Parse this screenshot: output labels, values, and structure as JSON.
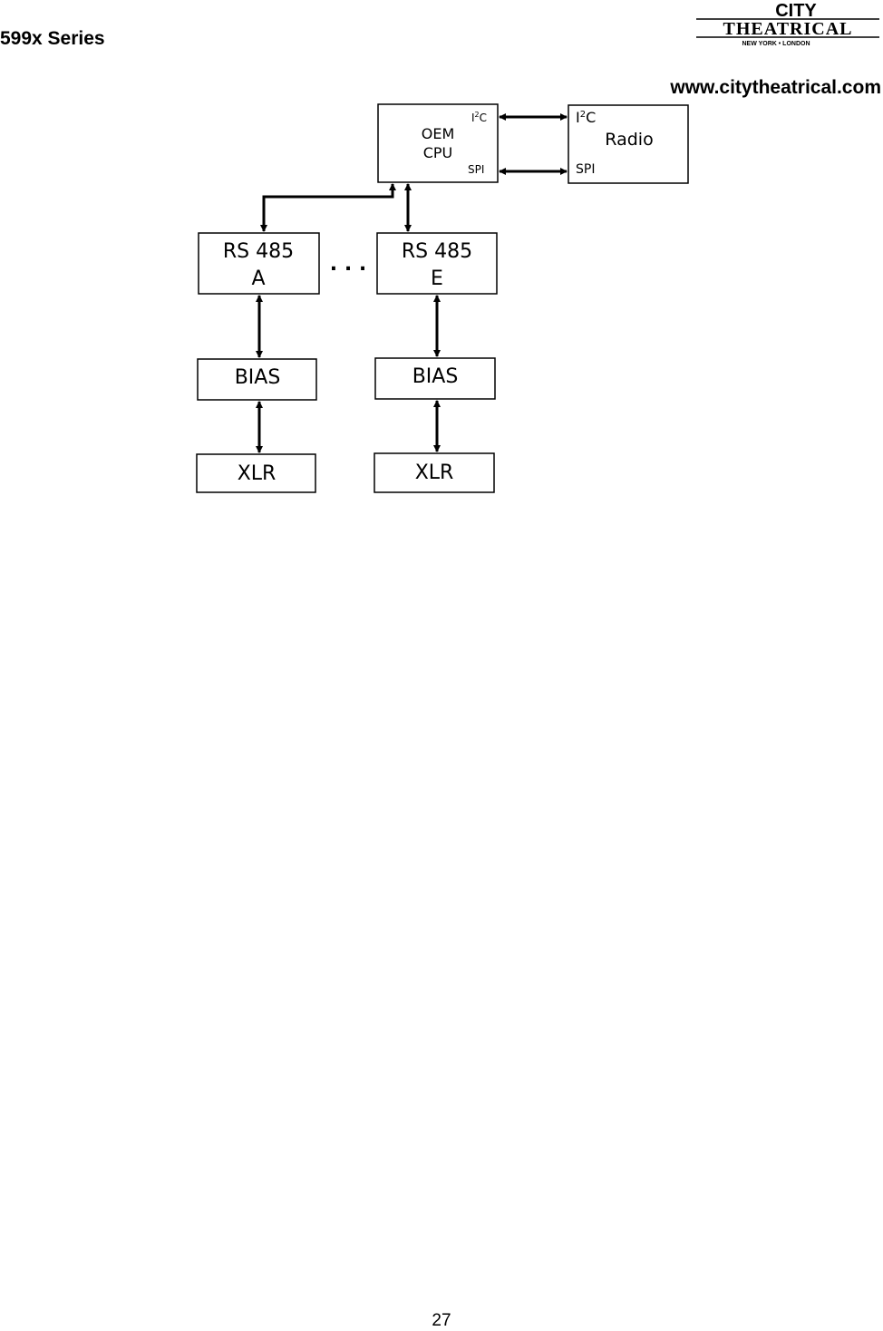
{
  "header": {
    "series": "599x Series",
    "website": "www.citytheatrical.com",
    "logo": {
      "line1": "CITY",
      "line2": "THEATRICAL",
      "line3": "NEW YORK • LONDON"
    }
  },
  "diagram": {
    "cpu": {
      "line1": "OEM",
      "line2": "CPU",
      "i2c": "I",
      "i2c_sup": "2",
      "i2c_c": "C",
      "spi": "SPI"
    },
    "radio": {
      "label": "Radio",
      "i2c": "I",
      "i2c_sup": "2",
      "i2c_c": "C",
      "spi": "SPI"
    },
    "rs485_a": {
      "line1": "RS 485",
      "line2": "A"
    },
    "rs485_e": {
      "line1": "RS 485",
      "line2": "E"
    },
    "ellipsis": ". . .",
    "bias_a": "BIAS",
    "bias_e": "BIAS",
    "xlr_a": "XLR",
    "xlr_e": "XLR"
  },
  "footer": {
    "page_number": "27"
  }
}
